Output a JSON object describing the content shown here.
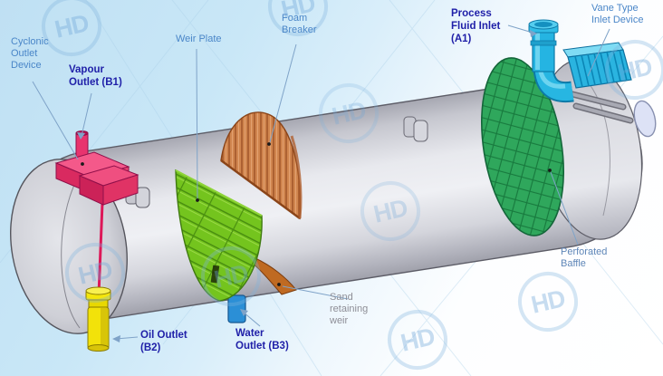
{
  "diagram": {
    "subject": "three-phase-separator-vessel",
    "watermark": "HD",
    "labels": {
      "cyclonic_outlet_device": {
        "lines": [
          "Cyclonic",
          "Outlet",
          "Device"
        ],
        "color": "#4a86c8"
      },
      "vapour_outlet_b1": {
        "lines": [
          "Vapour",
          "Outlet (B1)"
        ],
        "color": "#1f1fa8"
      },
      "weir_plate": {
        "lines": [
          "Weir Plate"
        ],
        "color": "#4a86c8"
      },
      "foam_breaker": {
        "lines": [
          "Foam",
          "Breaker"
        ],
        "color": "#4a86c8"
      },
      "process_fluid_inlet_a1": {
        "lines": [
          "Process",
          "Fluid Inlet",
          "(A1)"
        ],
        "color": "#1f1fa8"
      },
      "vane_type_inlet_device": {
        "lines": [
          "Vane Type",
          "Inlet Device"
        ],
        "color": "#4a86c8"
      },
      "perforated_baffle": {
        "lines": [
          "Perforated",
          "Baffle"
        ],
        "color": "#5f86b8"
      },
      "oil_outlet_b2": {
        "lines": [
          "Oil Outlet",
          "(B2)"
        ],
        "color": "#1f1fa8"
      },
      "water_outlet_b3": {
        "lines": [
          "Water",
          "Outlet (B3)"
        ],
        "color": "#1f1fa8"
      },
      "sand_retaining_weir": {
        "lines": [
          "Sand",
          "retaining",
          "weir"
        ],
        "color": "#8e8e96"
      }
    },
    "part_colors": {
      "vessel_shell": "#c9cad2",
      "cyclonic_outlet_device": "#e8436f",
      "vapour_pipe": "#e8336e",
      "oil_outlet_nozzle": "#f2e20a",
      "water_outlet_nozzle": "#2b8fd6",
      "weir_plate": "#74c41e",
      "foam_breaker": "#d0854e",
      "sand_retaining_weir": "#bf6a22",
      "perforated_baffle": "#2fa75c",
      "inlet_pipe": "#25b4e2",
      "vane_inlet_device": "#2ab4e0",
      "manway_cover": "#dde2f6"
    }
  }
}
